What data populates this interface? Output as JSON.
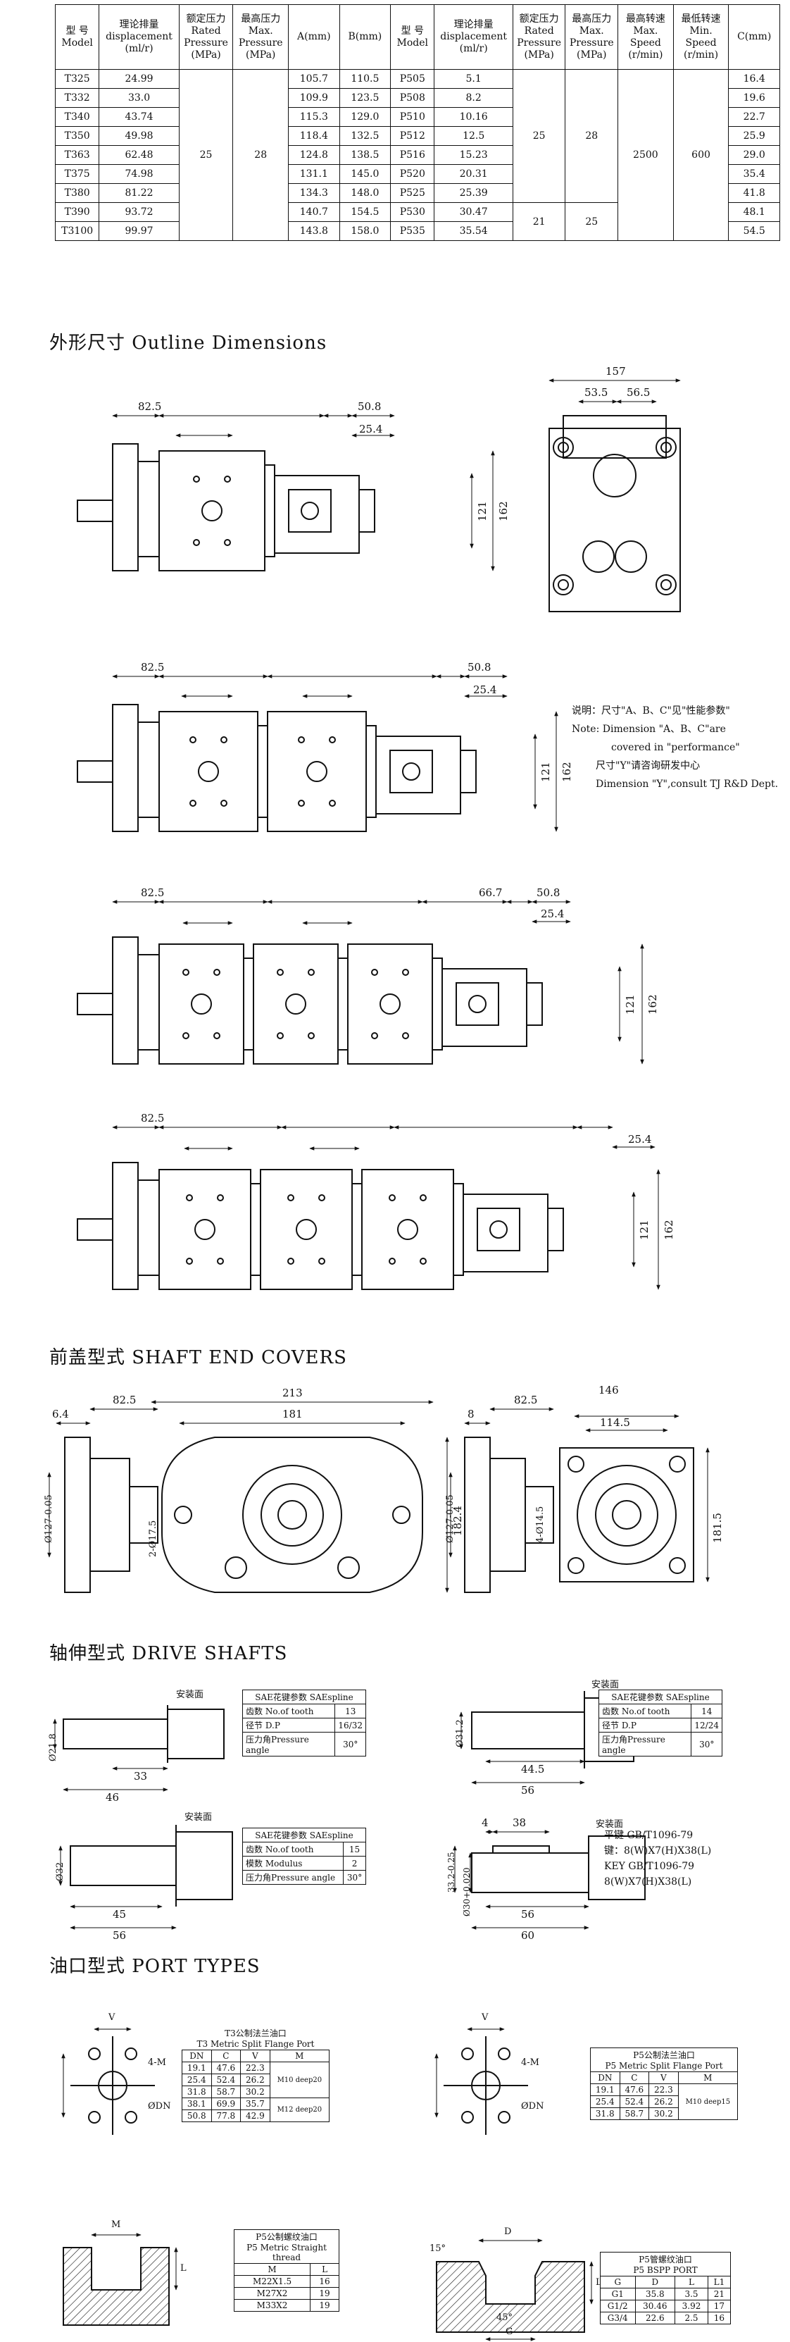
{
  "spec_table": {
    "headers": {
      "model_cn": "型 号",
      "model_en": "Model",
      "disp_cn": "理论排量",
      "disp_en": "displacement",
      "disp_unit": "(ml/r)",
      "rated_cn": "额定压力",
      "rated_en": "Rated Pressure",
      "rated_unit": "(MPa)",
      "max_cn": "最高压力",
      "max_en": "Max. Pressure",
      "max_unit": "(MPa)",
      "a": "A(mm)",
      "b": "B(mm)",
      "model2_cn": "型 号",
      "model2_en": "Model",
      "disp2_cn": "理论排量",
      "disp2_en": "displacement",
      "disp2_unit": "(ml/r)",
      "rated2_cn": "额定压力",
      "rated2_en": "Rated Pressure",
      "rated2_unit": "(MPa)",
      "max2_cn": "最高压力",
      "max2_en": "Max. Pressure",
      "max2_unit": "(MPa)",
      "maxspd_cn": "最高转速",
      "maxspd_en": "Max. Speed",
      "maxspd_unit": "(r/min)",
      "minspd_cn": "最低转速",
      "minspd_en": "Min. Speed",
      "minspd_unit": "(r/min)",
      "c": "C(mm)"
    },
    "left_rows": [
      {
        "model": "T325",
        "disp": "24.99",
        "a": "105.7",
        "b": "110.5"
      },
      {
        "model": "T332",
        "disp": "33.0",
        "a": "109.9",
        "b": "123.5"
      },
      {
        "model": "T340",
        "disp": "43.74",
        "a": "115.3",
        "b": "129.0"
      },
      {
        "model": "T350",
        "disp": "49.98",
        "a": "118.4",
        "b": "132.5"
      },
      {
        "model": "T363",
        "disp": "62.48",
        "a": "124.8",
        "b": "138.5"
      },
      {
        "model": "T375",
        "disp": "74.98",
        "a": "131.1",
        "b": "145.0"
      },
      {
        "model": "T380",
        "disp": "81.22",
        "a": "134.3",
        "b": "148.0"
      },
      {
        "model": "T390",
        "disp": "93.72",
        "a": "140.7",
        "b": "154.5"
      },
      {
        "model": "T3100",
        "disp": "99.97",
        "a": "143.8",
        "b": "158.0"
      }
    ],
    "left_rated": "25",
    "left_max": "28",
    "right_rows": [
      {
        "model": "P505",
        "disp": "5.1"
      },
      {
        "model": "P508",
        "disp": "8.2"
      },
      {
        "model": "P510",
        "disp": "10.16"
      },
      {
        "model": "P512",
        "disp": "12.5"
      },
      {
        "model": "P516",
        "disp": "15.23"
      },
      {
        "model": "P520",
        "disp": "20.31"
      },
      {
        "model": "P525",
        "disp": "25.39"
      },
      {
        "model": "P530",
        "disp": "30.47"
      },
      {
        "model": "P535",
        "disp": "35.54"
      }
    ],
    "right_rated_a": "25",
    "right_max_a": "28",
    "right_rated_b": "21",
    "right_max_b": "25",
    "max_speed": "2500",
    "min_speed": "600",
    "c_values": [
      "16.4",
      "19.6",
      "22.7",
      "25.9",
      "29.0",
      "35.4",
      "41.8",
      "48.1",
      "54.5"
    ]
  },
  "sections": {
    "outline": {
      "cn": "外形尺寸",
      "en": "Outline Dimensions"
    },
    "covers": {
      "cn": "前盖型式",
      "en": "SHAFT END COVERS"
    },
    "shafts": {
      "cn": "轴伸型式",
      "en": "DRIVE SHAFTS"
    },
    "ports": {
      "cn": "油口型式",
      "en": "PORT TYPES"
    }
  },
  "dims": {
    "d82_5": "82.5",
    "A": "A",
    "B": "B",
    "C": "C",
    "Y": "Y",
    "d50_8": "50.8",
    "d25_4": "25.4",
    "d121": "121",
    "d162": "162",
    "d157": "157",
    "d53_5": "53.5",
    "d56_5": "56.5",
    "d66_7": "66.7",
    "d6_4": "6.4",
    "d213": "213",
    "d181": "181",
    "d182_4": "182.4",
    "d127": "Ø127-0.05",
    "d2_17_5": "2-Ø17.5",
    "d8": "8",
    "d146": "146",
    "d114_5": "114.5",
    "d4_14_5": "4-Ø14.5",
    "d181_5": "181.5",
    "mount": "安装面",
    "d21_8": "Ø21.8",
    "d33": "33",
    "d46": "46",
    "d31_2": "Ø31.2",
    "d44_5": "44.5",
    "d56": "56",
    "d32": "Ø32",
    "d45": "45",
    "d4": "4",
    "d38": "38",
    "d33_2": "33.2-0.25",
    "d30": "Ø30+0.020",
    "d60": "60",
    "dV": "V",
    "d4M": "4-M",
    "dDN": "ØDN",
    "dM": "M",
    "dL": "L",
    "d15": "15°",
    "dD": "D",
    "d45deg": "45°",
    "dG": "G",
    "dL1": "L1"
  },
  "note": {
    "l1": "说明：尺寸\"A、B、C\"见\"性能参数\"",
    "l2": "Note: Dimension \"A、B、C\"are",
    "l3": "covered in \"performance\"",
    "l4": "尺寸\"Y\"请咨询研发中心",
    "l5": "Dimension \"Y\",consult TJ R&D Dept."
  },
  "spline1": {
    "title": "SAE花键参数 SAEspline",
    "rows": [
      [
        "齿数 No.of tooth",
        "13"
      ],
      [
        "径节 D.P",
        "16/32"
      ],
      [
        "压力角Pressure angle",
        "30°"
      ]
    ]
  },
  "spline2": {
    "title": "SAE花键参数 SAEspline",
    "rows": [
      [
        "齿数 No.of tooth",
        "14"
      ],
      [
        "径节 D.P",
        "12/24"
      ],
      [
        "压力角Pressure angle",
        "30°"
      ]
    ]
  },
  "spline3": {
    "title": "SAE花键参数 SAEspline",
    "rows": [
      [
        "齿数 No.of tooth",
        "15"
      ],
      [
        "模数 Modulus",
        "2"
      ],
      [
        "压力角Pressure angle",
        "30°"
      ]
    ]
  },
  "key": {
    "l1": "平键 GB/T1096-79",
    "l2": "键：8(W)X7(H)X38(L)",
    "l3": "KEY GB/T1096-79",
    "l4": "8(W)X7(H)X38(L)"
  },
  "t3flange": {
    "title_cn": "T3公制法兰油口",
    "title_en": "T3 Metric Split Flange Port",
    "head": [
      "DN",
      "C",
      "V",
      "M"
    ],
    "rows": [
      [
        "19.1",
        "47.6",
        "22.3"
      ],
      [
        "25.4",
        "52.4",
        "26.2"
      ],
      [
        "31.8",
        "58.7",
        "30.2"
      ],
      [
        "38.1",
        "69.9",
        "35.7"
      ],
      [
        "50.8",
        "77.8",
        "42.9"
      ]
    ],
    "m1": "M10 deep20",
    "m2": "M12 deep20"
  },
  "p5flange": {
    "title_cn": "P5公制法兰油口",
    "title_en": "P5 Metric Split Flange Port",
    "head": [
      "DN",
      "C",
      "V",
      "M"
    ],
    "rows": [
      [
        "19.1",
        "47.6",
        "22.3"
      ],
      [
        "25.4",
        "52.4",
        "26.2"
      ],
      [
        "31.8",
        "58.7",
        "30.2"
      ]
    ],
    "m": "M10 deep15"
  },
  "p5thread": {
    "title_cn": "P5公制螺纹油口",
    "title_en": "P5 Metric Straight thread",
    "head": [
      "M",
      "L"
    ],
    "rows": [
      [
        "M22X1.5",
        "16"
      ],
      [
        "M27X2",
        "19"
      ],
      [
        "M33X2",
        "19"
      ]
    ]
  },
  "p5bspp": {
    "title_cn": "P5管螺纹油口",
    "title_en": "P5 BSPP PORT",
    "head": [
      "G",
      "D",
      "L",
      "L1"
    ],
    "rows": [
      [
        "G1",
        "35.8",
        "3.5",
        "21"
      ],
      [
        "G1/2",
        "30.46",
        "3.92",
        "17"
      ],
      [
        "G3/4",
        "22.6",
        "2.5",
        "16"
      ]
    ]
  }
}
